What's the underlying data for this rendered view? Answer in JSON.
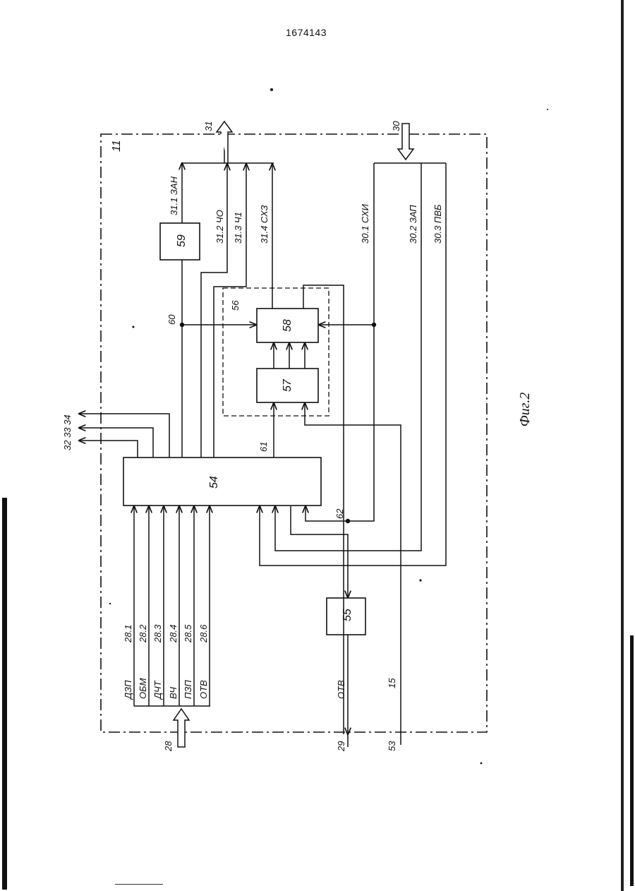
{
  "page_number": "1674143",
  "figure_label": "Фиг.2",
  "diagram": {
    "frame_label": "11",
    "blocks": {
      "b54": "54",
      "b55": "55",
      "b57": "57",
      "b58": "58",
      "b59": "59",
      "group56": "56"
    },
    "buses": {
      "in28": "28",
      "out29": "29",
      "in30": "30",
      "out31": "31",
      "line53": "53"
    },
    "bus28_signals": [
      {
        "num": "28.1",
        "name": "ДЗП"
      },
      {
        "num": "28.2",
        "name": "ОБМ"
      },
      {
        "num": "28.3",
        "name": "ДЧТ"
      },
      {
        "num": "28.4",
        "name": "ВЧ"
      },
      {
        "num": "28.5",
        "name": "ПЗП"
      },
      {
        "num": "28.6",
        "name": "ОТВ"
      }
    ],
    "bus31_signals": [
      "31.1 ЗАН",
      "31.2 ЧО",
      "31.3 Ч1",
      "31.4 СХЗ"
    ],
    "bus30_signals": [
      "30.1 СХИ",
      "30.2 ЗАП",
      "30.3 ПВБ"
    ],
    "outputs_top_left": "32 33 34",
    "node_labels": {
      "n60": "60",
      "n61": "61",
      "n62": "62",
      "n15": "15",
      "otv": "ОТВ"
    }
  }
}
